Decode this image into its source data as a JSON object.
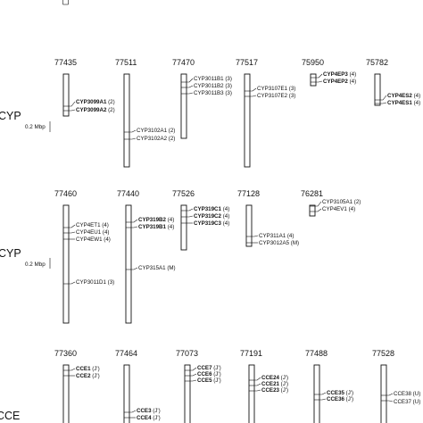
{
  "panels": [
    {
      "section_label": "CYP",
      "scale_label": "0.2 Mbp",
      "scaffolds": [
        {
          "id": "77435",
          "genes": [
            {
              "name": "CYP3099A1",
              "suffix": " (2)",
              "bold": true
            },
            {
              "name": "CYP3099A2",
              "suffix": " (2)",
              "bold": true
            }
          ]
        },
        {
          "id": "77511",
          "genes": [
            {
              "name": "CYP3102A1",
              "suffix": " (2)",
              "bold": false
            },
            {
              "name": "CYP3102A2",
              "suffix": " (2)",
              "bold": false
            }
          ]
        },
        {
          "id": "77470",
          "genes": [
            {
              "name": "CYP3011B1",
              "suffix": " (3)",
              "bold": false
            },
            {
              "name": "CYP3011B2",
              "suffix": " (3)",
              "bold": false
            },
            {
              "name": "CYP3011B3",
              "suffix": " (3)",
              "bold": false
            }
          ]
        },
        {
          "id": "77517",
          "genes": [
            {
              "name": "CYP3107E1",
              "suffix": " (3)",
              "bold": false
            },
            {
              "name": "CYP3107E2",
              "suffix": " (3)",
              "bold": false
            }
          ]
        },
        {
          "id": "75950",
          "genes": [
            {
              "name": "CYP4EP3",
              "suffix": " (4)",
              "bold": true
            },
            {
              "name": "CYP4EP2",
              "suffix": " (4)",
              "bold": true
            }
          ]
        },
        {
          "id": "75782",
          "genes": [
            {
              "name": "CYP4ES2",
              "suffix": " (4)",
              "bold": true
            },
            {
              "name": "CYP4ES1",
              "suffix": " (4)",
              "bold": true
            }
          ]
        }
      ]
    },
    {
      "section_label": "CYP",
      "scale_label": "0.2 Mbp",
      "scaffolds": [
        {
          "id": "77460",
          "genes": [
            {
              "name": "CYP4ET1",
              "suffix": " (4)",
              "bold": false
            },
            {
              "name": "CYP4EU1",
              "suffix": " (4)",
              "bold": false
            },
            {
              "name": "CYP4EW1",
              "suffix": " (4)",
              "bold": false
            },
            {
              "name": "CYP3011D1",
              "suffix": " (3)",
              "bold": false
            }
          ]
        },
        {
          "id": "77440",
          "genes": [
            {
              "name": "CYP319B2",
              "suffix": " (4)",
              "bold": true
            },
            {
              "name": "CYP319B1",
              "suffix": " (4)",
              "bold": true
            },
            {
              "name": "CYP315A1",
              "suffix": " (M)",
              "bold": false
            }
          ]
        },
        {
          "id": "77526",
          "genes": [
            {
              "name": "CYP319C1",
              "suffix": " (4)",
              "bold": true
            },
            {
              "name": "CYP319C2",
              "suffix": " (4)",
              "bold": true
            },
            {
              "name": "CYP319C3",
              "suffix": " (4)",
              "bold": true
            }
          ]
        },
        {
          "id": "77128",
          "genes": [
            {
              "name": "CYP311A1",
              "suffix": " (4)",
              "bold": false
            },
            {
              "name": "CYP3012A5",
              "suffix": " (M)",
              "bold": false
            }
          ]
        },
        {
          "id": "76281",
          "genes": [
            {
              "name": "CYP3105A1",
              "suffix": " (2)",
              "bold": false
            },
            {
              "name": "CYP4EV1",
              "suffix": " (4)",
              "bold": false
            }
          ]
        }
      ]
    },
    {
      "section_label": "CCE",
      "scaffolds": [
        {
          "id": "77360",
          "genes": [
            {
              "name": "CCE1",
              "suffix": " (J')",
              "bold": true
            },
            {
              "name": "CCE2",
              "suffix": " (J')",
              "bold": true
            }
          ]
        },
        {
          "id": "77464",
          "genes": [
            {
              "name": "CCE3",
              "suffix": " (J')",
              "bold": true
            },
            {
              "name": "CCE4",
              "suffix": " (J')",
              "bold": true
            }
          ]
        },
        {
          "id": "77073",
          "genes": [
            {
              "name": "CCE7",
              "suffix": " (J')",
              "bold": true
            },
            {
              "name": "CCE6",
              "suffix": " (J')",
              "bold": true
            },
            {
              "name": "CCE5",
              "suffix": " (J')",
              "bold": true
            }
          ]
        },
        {
          "id": "77191",
          "genes": [
            {
              "name": "CCE24",
              "suffix": " (J')",
              "bold": true
            },
            {
              "name": "CCE21",
              "suffix": " (J')",
              "bold": true
            },
            {
              "name": "CCE23",
              "suffix": " (J')",
              "bold": true
            }
          ]
        },
        {
          "id": "77488",
          "genes": [
            {
              "name": "CCE35",
              "suffix": " (J')",
              "bold": true
            },
            {
              "name": "CCE36",
              "suffix": " (J')",
              "bold": true
            }
          ]
        },
        {
          "id": "77528",
          "genes": [
            {
              "name": "CCE38",
              "suffix": " (U)",
              "bold": false
            },
            {
              "name": "CCE37",
              "suffix": " (U)",
              "bold": false
            }
          ]
        }
      ]
    }
  ]
}
